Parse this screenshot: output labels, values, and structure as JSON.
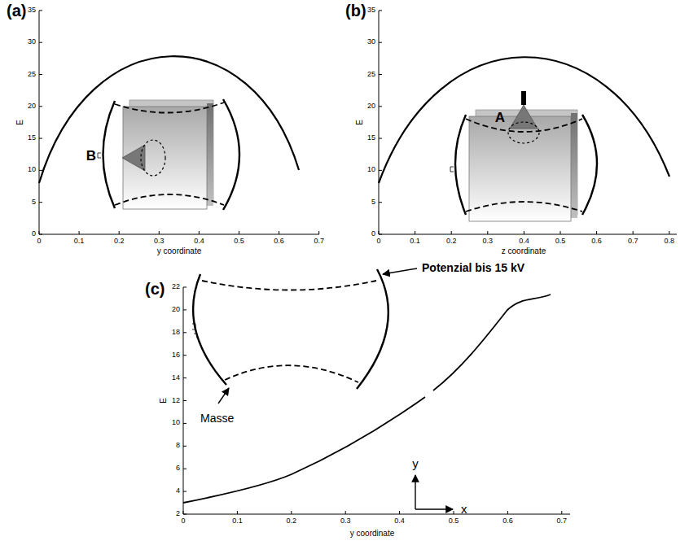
{
  "diagram": {
    "labels": [
      "(a)",
      "0",
      "5",
      "10",
      "15",
      "20",
      "25",
      "30",
      "35",
      "E",
      "0",
      "0.1",
      "0.2",
      "0.3",
      "0.4",
      "0.5",
      "0.6",
      "0.7",
      "y coordinate",
      "B",
      "(b)",
      "0",
      "5",
      "10",
      "15",
      "20",
      "25",
      "30",
      "35",
      "E",
      "0",
      "0.1",
      "0.2",
      "0.3",
      "0.4",
      "0.5",
      "0.6",
      "0.7",
      "0.8",
      "z coordinate",
      "A",
      "(c)",
      "2",
      "4",
      "6",
      "8",
      "10",
      "12",
      "14",
      "16",
      "18",
      "20",
      "22",
      "E",
      "0",
      "0.1",
      "0.2",
      "0.3",
      "0.4",
      "0.5",
      "0.6",
      "0.7",
      "y coordinate",
      "Potenzial bis 15 kV",
      "Masse",
      "y",
      "x"
    ]
  }
}
